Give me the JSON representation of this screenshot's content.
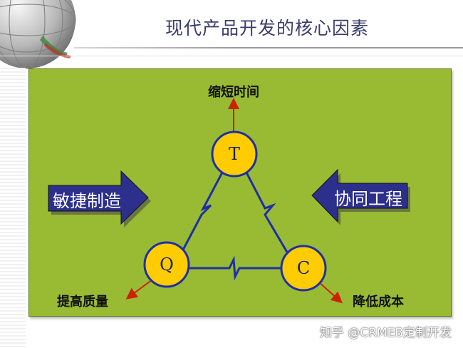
{
  "slide": {
    "title": "现代产品开发的核心因素"
  },
  "diagram": {
    "nodes": [
      {
        "id": "T",
        "letter": "T",
        "outcome": "缩短时间"
      },
      {
        "id": "Q",
        "letter": "Q",
        "outcome": "提高质量"
      },
      {
        "id": "C",
        "letter": "C",
        "outcome": "降低成本"
      }
    ],
    "left_arrow": "敏捷制造",
    "right_arrow": "协同工程"
  },
  "watermark": "知乎 @CRMEB定制开发",
  "colors": {
    "panel": "#99bb33",
    "node_fill": "#ffcc00",
    "edge": "#1f2fa8",
    "arrow_out": "#cc2200",
    "block_arrow": "#2c2f8c"
  }
}
